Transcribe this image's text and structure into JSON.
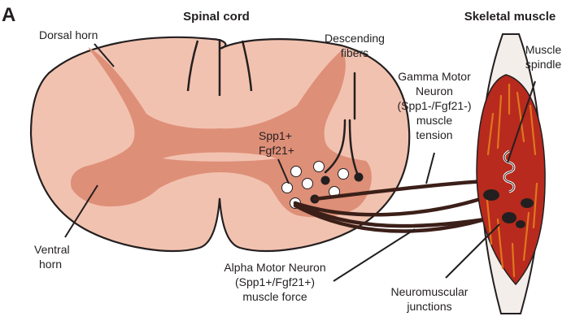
{
  "figure": {
    "panel_letter": "A",
    "title_spinal": "Spinal cord",
    "title_muscle": "Skeletal muscle"
  },
  "labels": {
    "dorsal_horn": "Dorsal horn",
    "ventral_horn_1": "Ventral",
    "ventral_horn_2": "horn",
    "descending_1": "Descending",
    "descending_2": "fibers",
    "spp1_1": "Spp1+",
    "spp1_2": "Fgf21+",
    "gamma_1": "Gamma Motor",
    "gamma_2": "Neuron",
    "gamma_3": "(Spp1-/Fgf21-)",
    "gamma_4": "muscle",
    "gamma_5": "tension",
    "spindle_1": "Muscle",
    "spindle_2": "spindle",
    "alpha_1": "Alpha Motor Neuron",
    "alpha_2": "(Spp1+/Fgf21+)",
    "alpha_3": "muscle force",
    "nmj_1": "Neuromuscular",
    "nmj_2": "junctions"
  },
  "colors": {
    "white_matter": "#f2c2b0",
    "grey_matter": "#de8f78",
    "outline": "#231f20",
    "muscle_red": "#b82a1d",
    "muscle_stripe": "#e0761e",
    "neuron_fill": "#ffffff"
  }
}
